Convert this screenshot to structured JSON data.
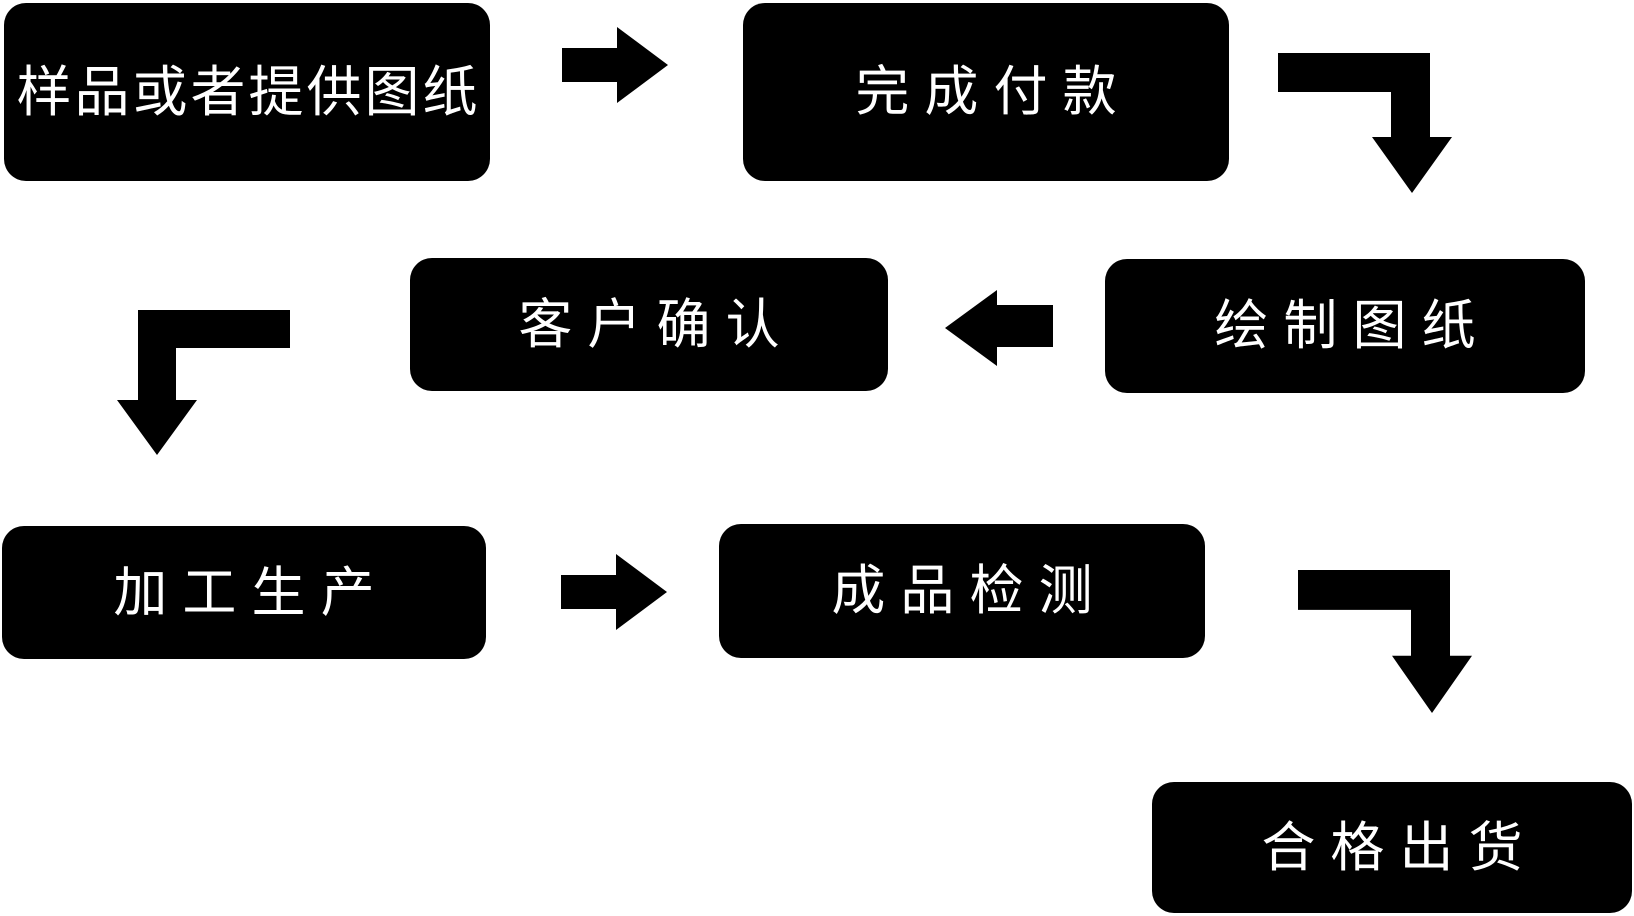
{
  "flowchart": {
    "background_color": "#ffffff",
    "node_fill_color": "#000000",
    "node_text_color": "#ffffff",
    "arrow_color": "#000000",
    "nodes": [
      {
        "id": "sample-or-provide-drawings",
        "label": "样品或者提供图纸"
      },
      {
        "id": "complete-payment",
        "label": "完成付款"
      },
      {
        "id": "customer-confirmation",
        "label": "客户确认"
      },
      {
        "id": "draw-drawings",
        "label": "绘制图纸"
      },
      {
        "id": "processing-production",
        "label": "加工生产"
      },
      {
        "id": "finished-product-inspection",
        "label": "成品检测"
      },
      {
        "id": "qualified-shipment",
        "label": "合格出货"
      }
    ],
    "connectors": [
      {
        "from": "样品或者提供图纸",
        "to": "完成付款",
        "shape": "right-arrow"
      },
      {
        "from": "完成付款",
        "to": "绘制图纸",
        "shape": "elbow-right-down-arrow"
      },
      {
        "from": "绘制图纸",
        "to": "客户确认",
        "shape": "left-arrow"
      },
      {
        "from": "客户确认",
        "to": "加工生产",
        "shape": "elbow-left-down-arrow"
      },
      {
        "from": "加工生产",
        "to": "成品检测",
        "shape": "right-arrow"
      },
      {
        "from": "成品检测",
        "to": "合格出货",
        "shape": "elbow-right-down-arrow"
      }
    ]
  }
}
